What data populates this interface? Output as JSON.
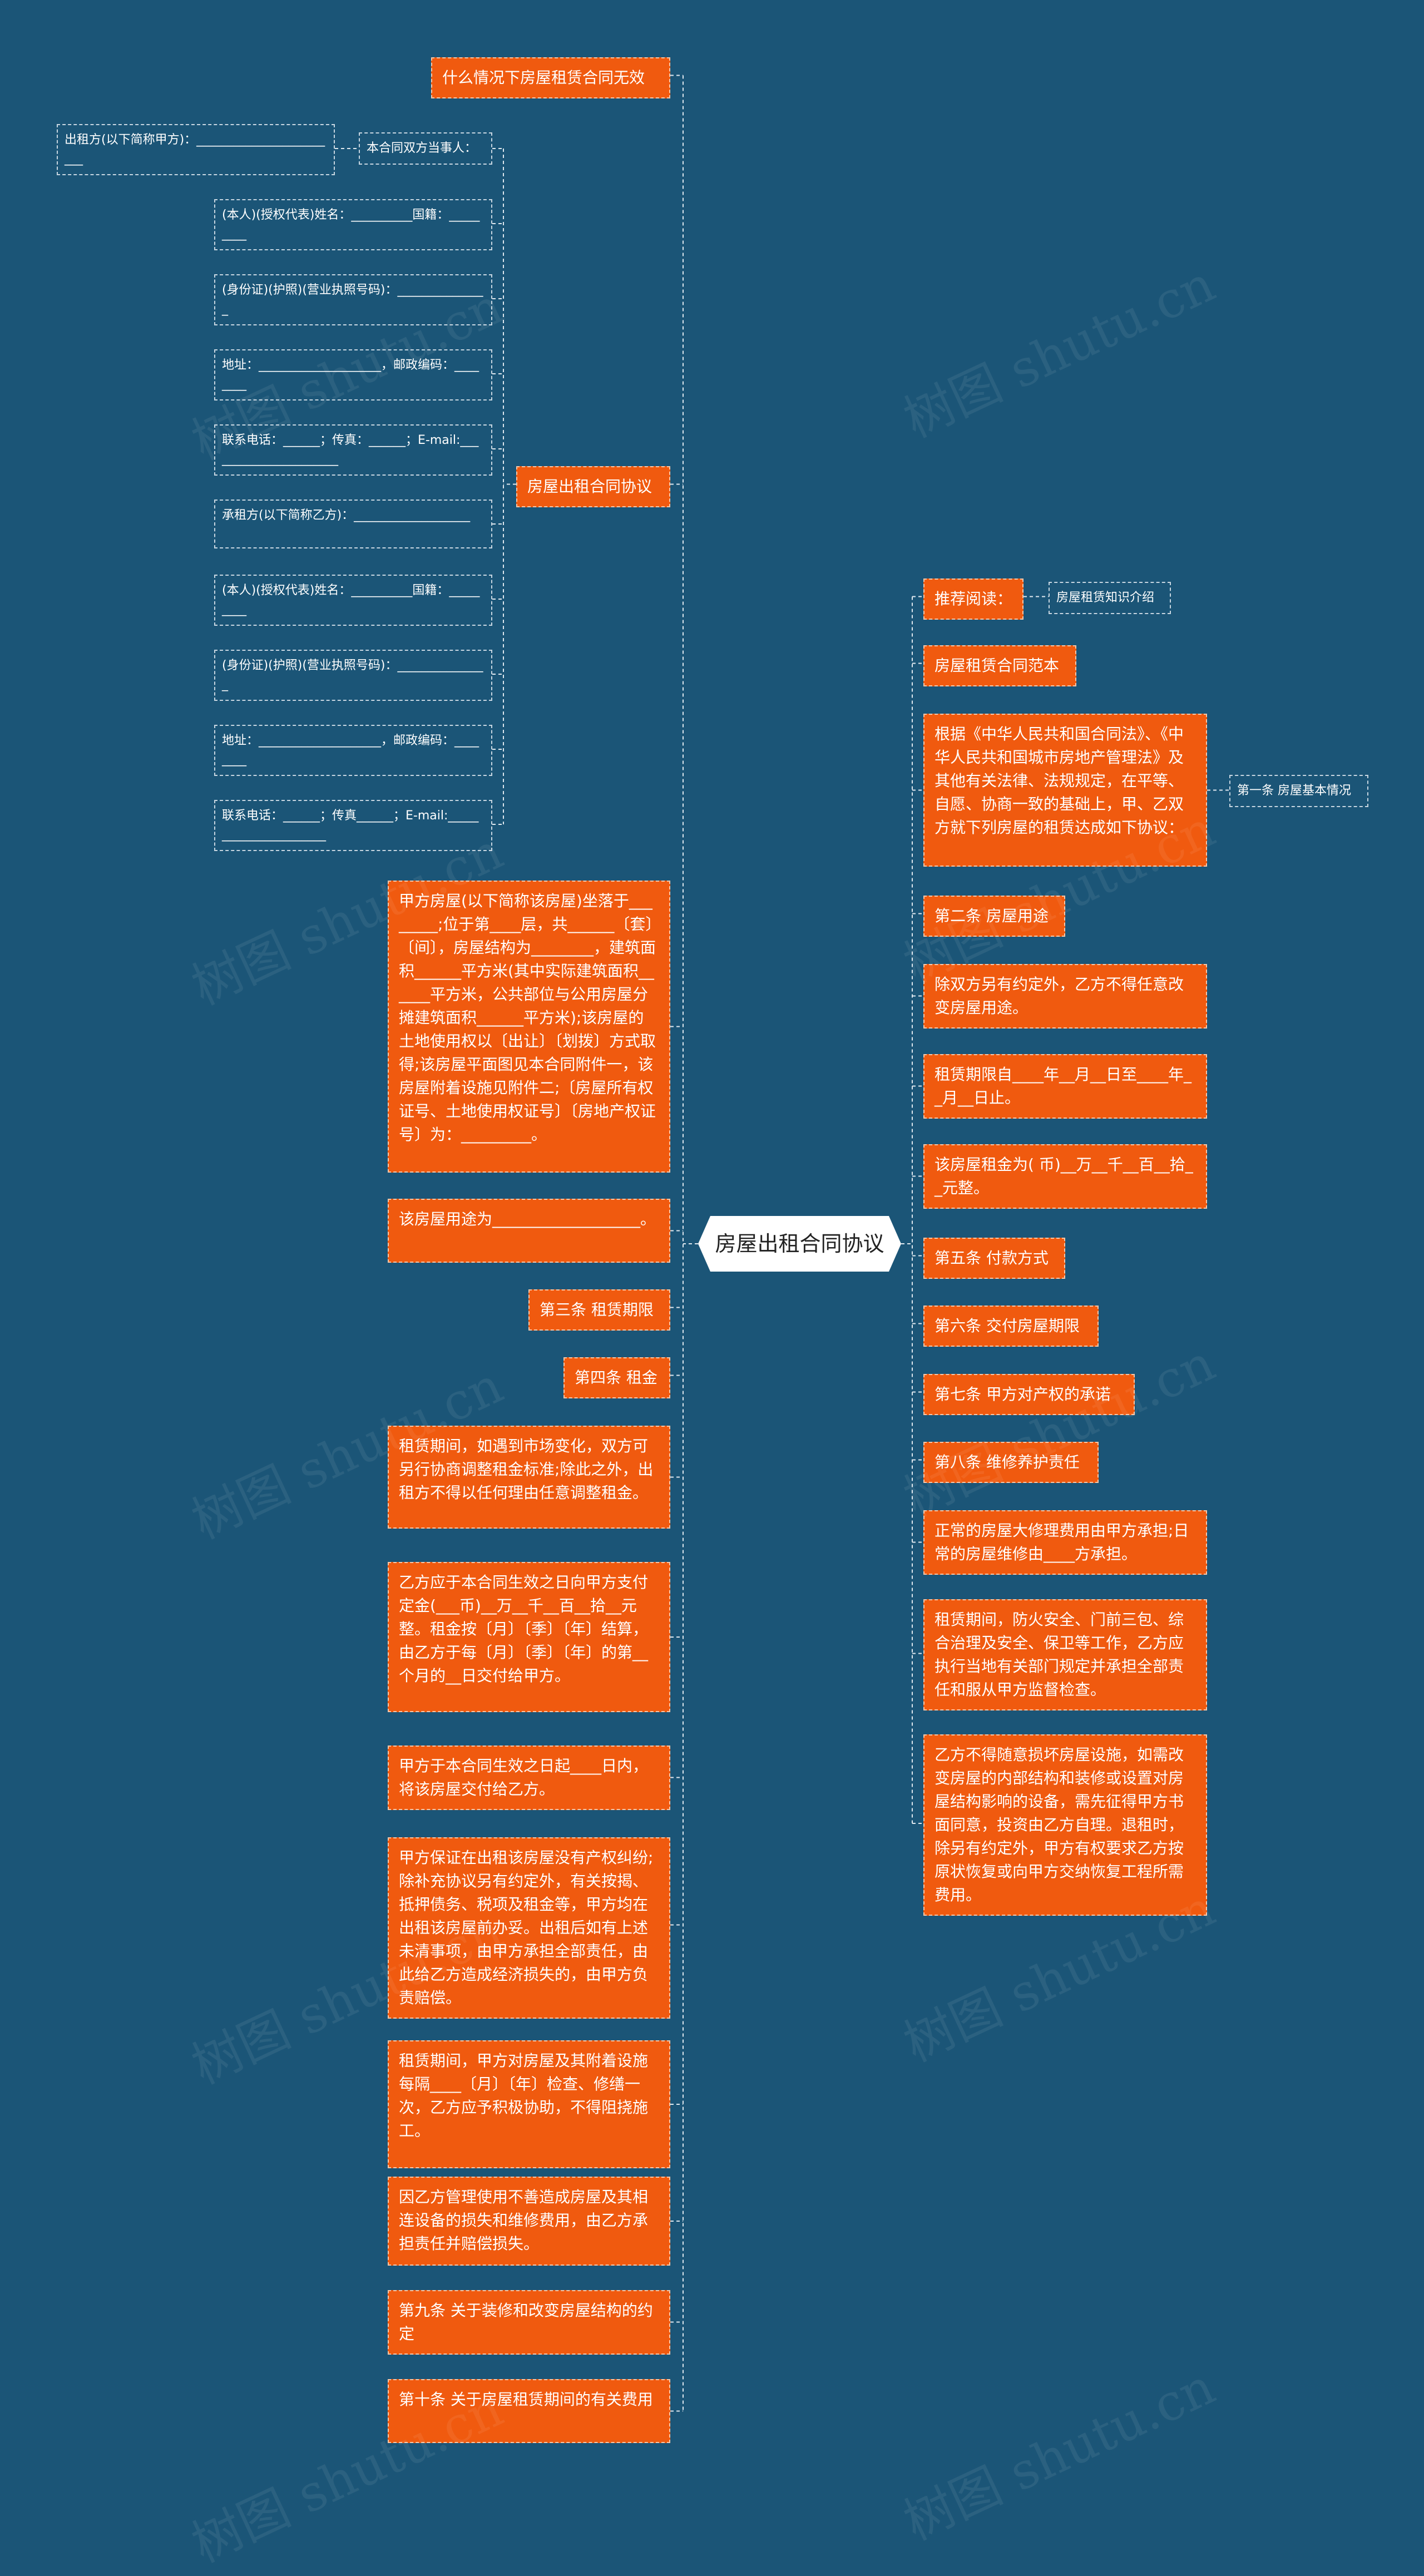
{
  "center": "房屋出租合同协议",
  "left": [
    {
      "id": "l1",
      "text": "什么情况下房屋租赁合同无效"
    },
    {
      "id": "l2",
      "text": "房屋出租合同协议",
      "children": [
        {
          "id": "l2a",
          "text": "本合同双方当事人：",
          "children": [
            {
              "id": "l2a1",
              "text": "出租方(以下简称甲方)：________________________"
            }
          ]
        },
        {
          "id": "l2b",
          "text": "(本人)(授权代表)姓名：__________国籍：_________"
        },
        {
          "id": "l2c",
          "text": "(身份证)(护照)(营业执照号码)：_______________"
        },
        {
          "id": "l2d",
          "text": "地址：____________________，邮政编码：________"
        },
        {
          "id": "l2e",
          "text": "联系电话：______；传真：______；E-mail:______________________"
        },
        {
          "id": "l2f",
          "text": "承租方(以下简称乙方)：___________________"
        },
        {
          "id": "l2g",
          "text": "(本人)(授权代表)姓名：__________国籍：_________"
        },
        {
          "id": "l2h",
          "text": "(身份证)(护照)(营业执照号码)：_______________"
        },
        {
          "id": "l2i",
          "text": "地址：____________________，邮政编码：________"
        },
        {
          "id": "l2j",
          "text": "联系电话：______；传真______；E-mail:______________________"
        }
      ]
    },
    {
      "id": "l3",
      "text": "甲方房屋(以下简称该房屋)坐落于________;位于第____层，共______〔套〕〔间〕，房屋结构为________，建筑面积______平方米(其中实际建筑面积______平方米，公共部位与公用房屋分摊建筑面积______平方米);该房屋的土地使用权以〔出让〕〔划拨〕方式取得;该房屋平面图见本合同附件一，该房屋附着设施见附件二;〔房屋所有权证号、土地使用权证号〕〔房地产权证号〕为：_________。"
    },
    {
      "id": "l4",
      "text": "该房屋用途为___________________。"
    },
    {
      "id": "l5",
      "text": "第三条 租赁期限"
    },
    {
      "id": "l6",
      "text": "第四条 租金"
    },
    {
      "id": "l7",
      "text": "租赁期间，如遇到市场变化，双方可另行协商调整租金标准;除此之外，出租方不得以任何理由任意调整租金。"
    },
    {
      "id": "l8",
      "text": "乙方应于本合同生效之日向甲方支付定金(___币)__万__千__百__拾__元整。租金按〔月〕〔季〕〔年〕结算，由乙方于每〔月〕〔季〕〔年〕的第__个月的__日交付给甲方。"
    },
    {
      "id": "l9",
      "text": "甲方于本合同生效之日起____日内，将该房屋交付给乙方。"
    },
    {
      "id": "l10",
      "text": "甲方保证在出租该房屋没有产权纠纷;除补充协议另有约定外，有关按揭、抵押债务、税项及租金等，甲方均在出租该房屋前办妥。出租后如有上述未清事项，由甲方承担全部责任，由此给乙方造成经济损失的，由甲方负责赔偿。"
    },
    {
      "id": "l11",
      "text": "租赁期间，甲方对房屋及其附着设施每隔____〔月〕〔年〕检查、修缮一次，乙方应予积极协助，不得阻挠施工。"
    },
    {
      "id": "l12",
      "text": "因乙方管理使用不善造成房屋及其相连设备的损失和维修费用，由乙方承担责任并赔偿损失。"
    },
    {
      "id": "l13",
      "text": "第九条 关于装修和改变房屋结构的约定"
    },
    {
      "id": "l14",
      "text": "第十条 关于房屋租赁期间的有关费用"
    }
  ],
  "right": [
    {
      "id": "r1",
      "text": "推荐阅读：",
      "children": [
        {
          "id": "r1a",
          "text": "房屋租赁知识介绍"
        }
      ]
    },
    {
      "id": "r2",
      "text": "房屋租赁合同范本"
    },
    {
      "id": "r3",
      "text": "根据《中华人民共和国合同法》、《中华人民共和国城市房地产管理法》及其他有关法律、法规规定，在平等、自愿、协商一致的基础上，甲、乙双方就下列房屋的租赁达成如下协议：",
      "children": [
        {
          "id": "r3a",
          "text": "第一条 房屋基本情况"
        }
      ]
    },
    {
      "id": "r4",
      "text": "第二条 房屋用途"
    },
    {
      "id": "r5",
      "text": "除双方另有约定外，乙方不得任意改变房屋用途。"
    },
    {
      "id": "r6",
      "text": "租赁期限自____年__月__日至____年__月__日止。"
    },
    {
      "id": "r7",
      "text": "该房屋租金为( 币)__万__千__百__拾__元整。"
    },
    {
      "id": "r8",
      "text": "第五条 付款方式"
    },
    {
      "id": "r9",
      "text": "第六条 交付房屋期限"
    },
    {
      "id": "r10",
      "text": "第七条 甲方对产权的承诺"
    },
    {
      "id": "r11",
      "text": "第八条 维修养护责任"
    },
    {
      "id": "r12",
      "text": "正常的房屋大修理费用由甲方承担;日常的房屋维修由____方承担。"
    },
    {
      "id": "r13",
      "text": "租赁期间，防火安全、门前三包、综合治理及安全、保卫等工作，乙方应执行当地有关部门规定并承担全部责任和服从甲方监督检查。"
    },
    {
      "id": "r14",
      "text": "乙方不得随意损坏房屋设施，如需改变房屋的内部结构和装修或设置对房屋结构影响的设备，需先征得甲方书面同意，投资由乙方自理。退租时，除另有约定外，甲方有权要求乙方按原状恢复或向甲方交纳恢复工程所需费用。"
    }
  ],
  "watermark": "树图 shutu.cn"
}
